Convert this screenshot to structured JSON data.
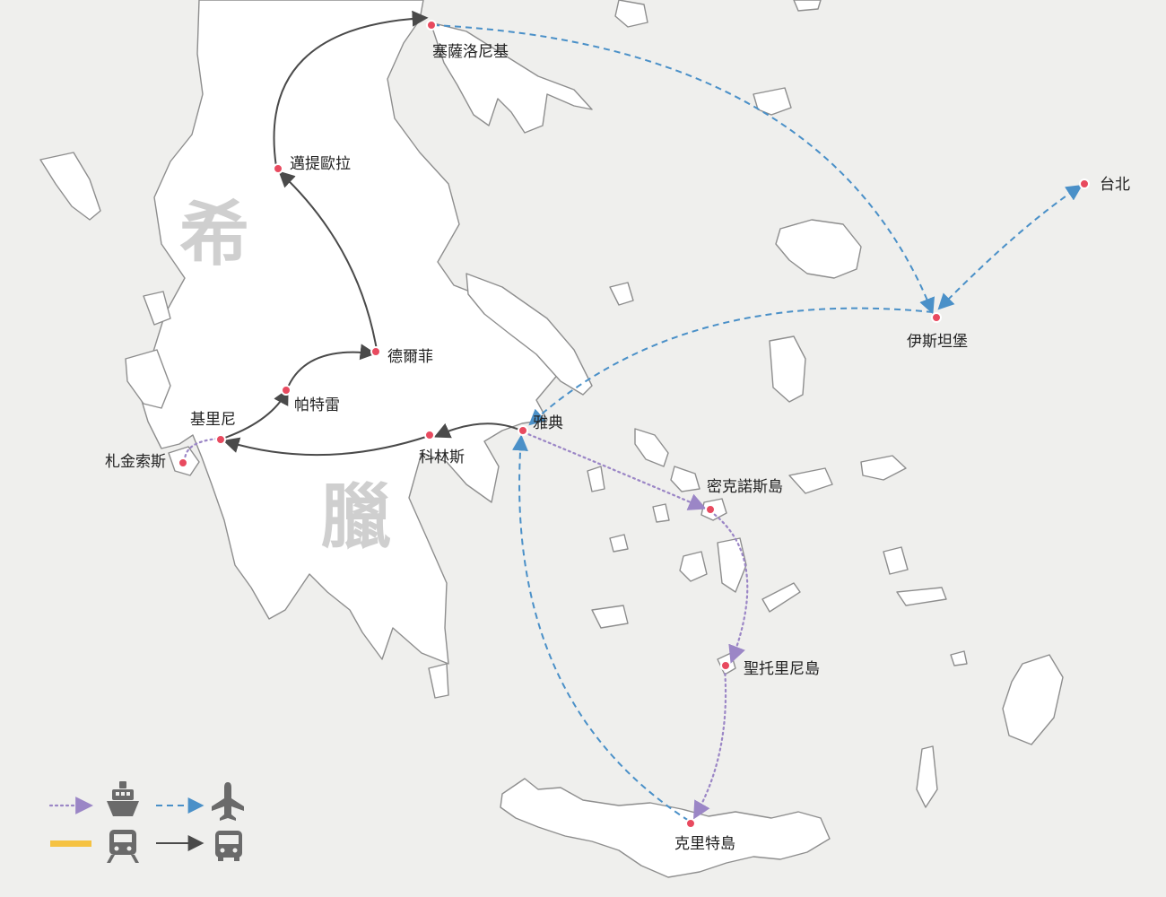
{
  "country": {
    "char1": "希",
    "char2": "臘"
  },
  "cities": {
    "thessaloniki": "塞薩洛尼基",
    "meteora": "邁提歐拉",
    "delphi": "德爾菲",
    "patras": "帕特雷",
    "kyllini": "基里尼",
    "zakynthos": "札金索斯",
    "corinth": "科林斯",
    "athens": "雅典",
    "mykonos": "密克諾斯島",
    "santorini": "聖托里尼島",
    "crete": "克里特島",
    "istanbul": "伊斯坦堡",
    "taipei": "台北"
  },
  "legend": [
    {
      "line": "dotted-purple",
      "icon": "ship-icon"
    },
    {
      "line": "dashed-blue",
      "icon": "airplane-icon"
    },
    {
      "line": "solid-yellow",
      "icon": "train-icon"
    },
    {
      "line": "solid-dark-arrow",
      "icon": "bus-icon"
    }
  ],
  "colors": {
    "bus": "#4a4a4a",
    "flight": "#4a90c8",
    "ferry": "#9b86c6",
    "train": "#f5c242",
    "city_dot": "#e84a5f"
  }
}
